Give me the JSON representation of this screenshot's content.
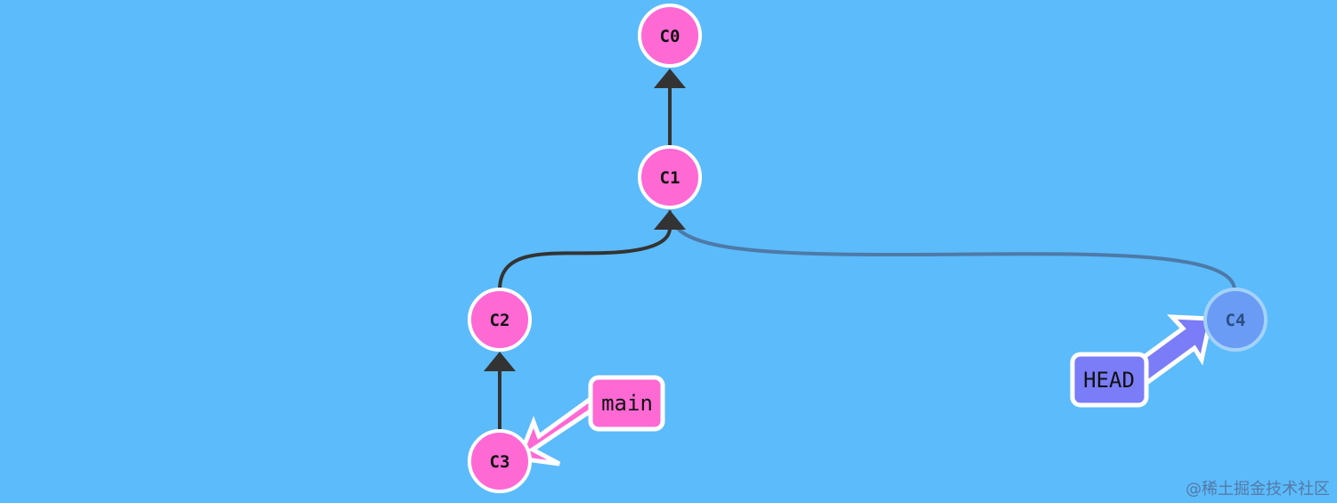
{
  "colors": {
    "background": "#5cbbfa",
    "commit_fill": "#ff69d4",
    "commit_stroke": "#ffffff",
    "orphan_commit_fill": "#6a9bf5",
    "orphan_commit_stroke": "#a3d2f8",
    "edge": "#333333",
    "orphan_edge": "#4d7aa8",
    "main_branch": "#ff69d4",
    "head": "#7b7cf7"
  },
  "commits": [
    {
      "id": "C0",
      "label": "C0"
    },
    {
      "id": "C1",
      "label": "C1"
    },
    {
      "id": "C2",
      "label": "C2"
    },
    {
      "id": "C3",
      "label": "C3"
    },
    {
      "id": "C4",
      "label": "C4",
      "faded": true
    }
  ],
  "edges": [
    {
      "from": "C1",
      "to": "C0"
    },
    {
      "from": "C2",
      "to": "C1"
    },
    {
      "from": "C3",
      "to": "C2"
    },
    {
      "from": "C4",
      "to": "C1",
      "faded": true
    }
  ],
  "refs": {
    "main": {
      "label": "main",
      "target": "C3"
    },
    "head": {
      "label": "HEAD",
      "target": "C4"
    }
  },
  "watermark": "@稀土掘金技术社区"
}
